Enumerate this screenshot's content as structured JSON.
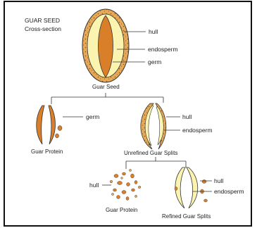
{
  "title": {
    "line1": "GUAR SEED",
    "line2": "Cross-section"
  },
  "labels": {
    "hull_top": "hull",
    "endosperm_top": "endosperm",
    "germ_top": "germ",
    "guar_seed": "Guar Seed",
    "germ_left": "germ",
    "guar_protein_left": "Guar Protein",
    "hull_mid": "hull",
    "endosperm_mid": "endosperm",
    "unrefined_guar_splits": "Unrefined Guar Splits",
    "hull_bottom_left": "hull",
    "guar_protein_bottom": "Guar Protein",
    "hull_bottom_right": "hull",
    "endosperm_bottom_right": "endosperm",
    "refined_guar_splits": "Refined Guar Splits"
  },
  "colors": {
    "hull": "#e7a957",
    "endosperm": "#fbf3b0",
    "germ": "#d97f2a",
    "speckle": "#7a5a2a",
    "line": "#333333"
  }
}
